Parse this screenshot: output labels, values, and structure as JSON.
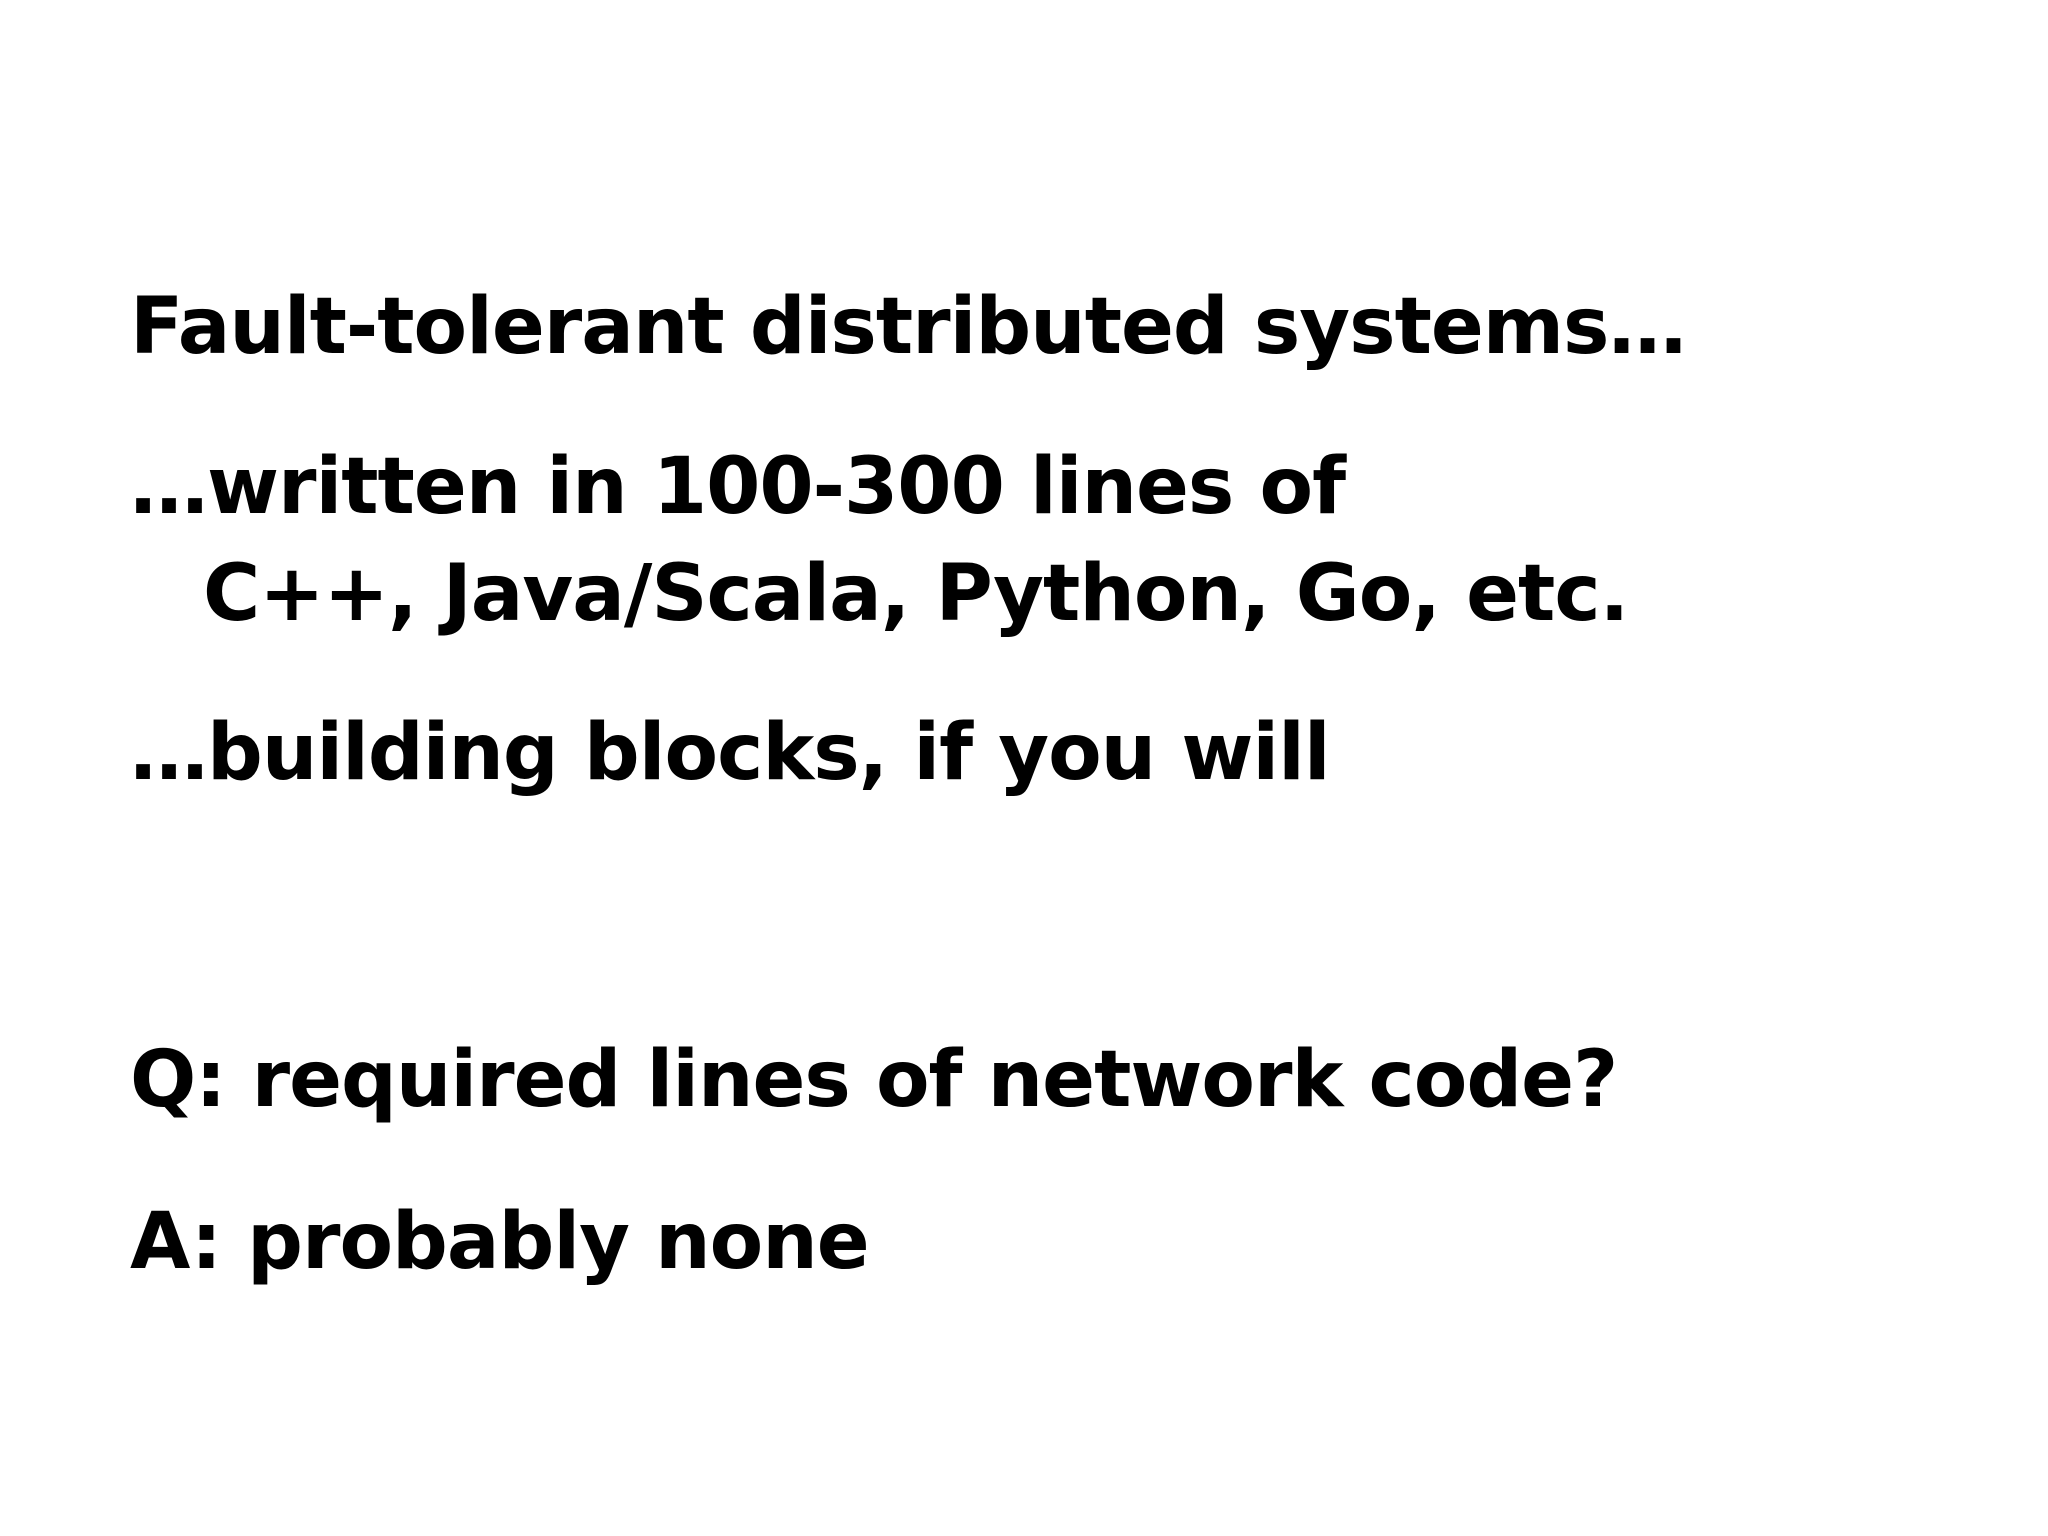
{
  "slide": {
    "lines": [
      "Fault-tolerant distributed systems…",
      "…written in 100-300 lines of",
      "C++, Java/Scala, Python, Go, etc.",
      "…building blocks, if you will",
      "Q: required lines of network code?",
      "A: probably none"
    ]
  }
}
